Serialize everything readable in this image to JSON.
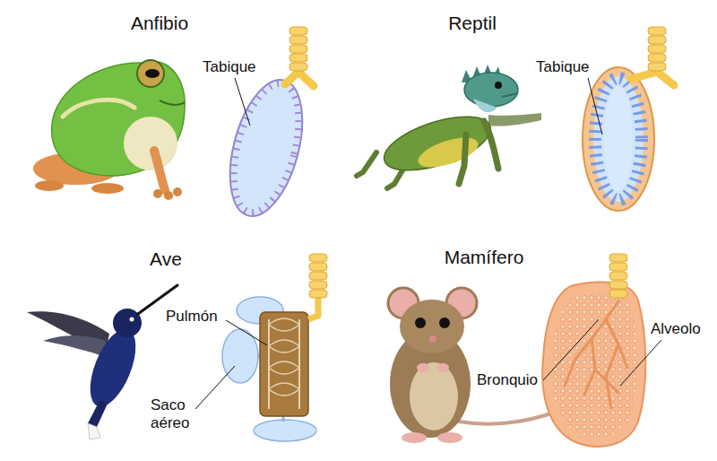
{
  "diagram": {
    "labels": [
      "Anfibio",
      "Tabique",
      "Reptil",
      "Tabique",
      "Ave",
      "Pulmón",
      "Saco aéreo",
      "Mamífero",
      "Bronquio",
      "Alveolo"
    ]
  }
}
